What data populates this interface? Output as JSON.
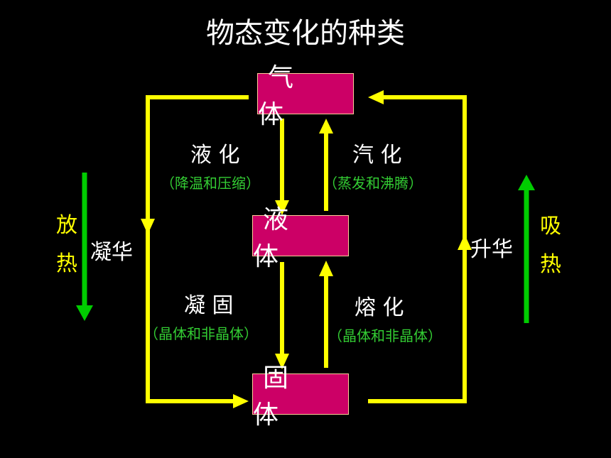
{
  "title": "物态变化的种类",
  "states": {
    "gas": "气 体",
    "liquid": "液 体",
    "solid": "固 体"
  },
  "processes": {
    "liquefaction": {
      "name": "液 化",
      "note": "（降温和压缩）"
    },
    "vaporization": {
      "name": "汽 化",
      "note": "（蒸发和沸腾）"
    },
    "solidification": {
      "name": "凝 固",
      "note": "（晶体和非晶体）"
    },
    "melting": {
      "name": "熔 化",
      "note": "（晶体和非晶体）"
    },
    "desublimation": {
      "name": "凝华"
    },
    "sublimation": {
      "name": "升华"
    }
  },
  "heat": {
    "release": [
      "放",
      "热"
    ],
    "absorb": [
      "吸",
      "热"
    ]
  },
  "colors": {
    "arrow": "#ffff00",
    "heat_arrow": "#00cc00",
    "box": "#cc0066",
    "note": "#33cc33"
  }
}
